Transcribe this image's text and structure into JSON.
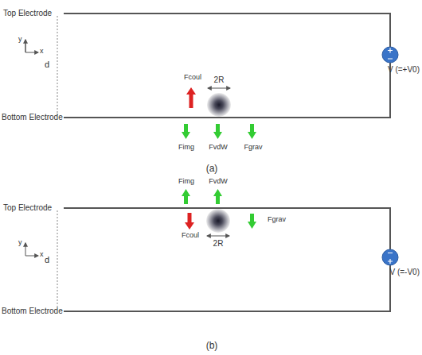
{
  "diagram": {
    "labels": [
      "Top Electrode",
      "d",
      "y",
      "x",
      "Fcoul",
      "2R",
      "V (=+V0)",
      "Bottom Electrode",
      "Fimg",
      "FvdW",
      "Fgrav",
      "(a)",
      "Fimg",
      "FvdW",
      "Top Electrode",
      "Fcoul",
      "2R",
      "Fgrav",
      "d",
      "y",
      "x",
      "V (=-V0)",
      "Bottom Electrode",
      "(b)"
    ]
  }
}
